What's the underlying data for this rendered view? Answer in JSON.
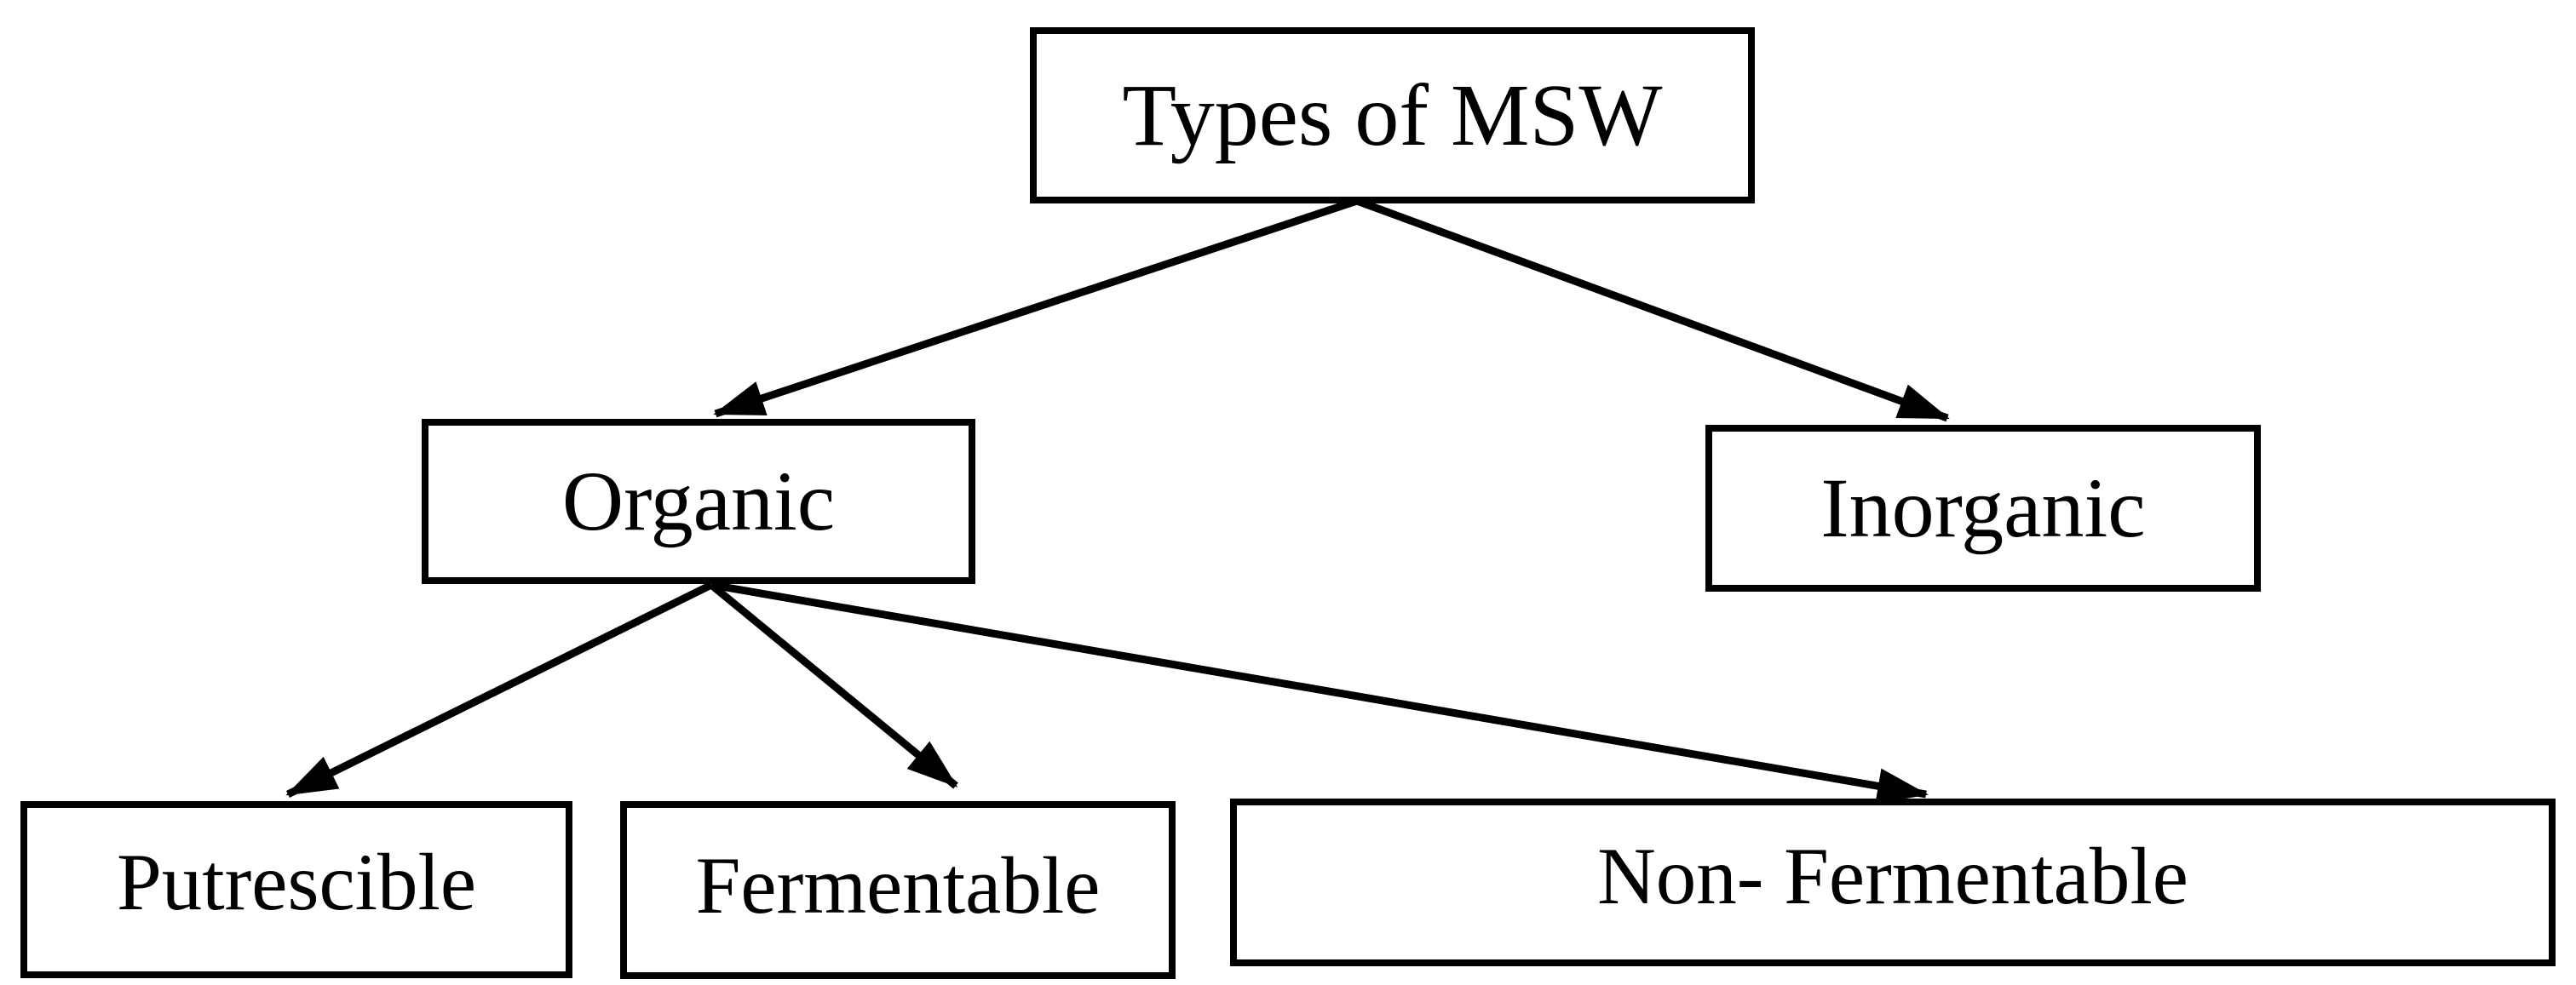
{
  "diagram": {
    "title": "Types of MSW flowchart",
    "background_color": "#ffffff",
    "line_color": "#000000",
    "box_fill_color": "#ffffff",
    "box_border_color": "#000000",
    "nodes": {
      "root": {
        "label": "Types of MSW"
      },
      "organic": {
        "label": "Organic"
      },
      "inorganic": {
        "label": "Inorganic"
      },
      "putrescible": {
        "label": "Putrescible"
      },
      "fermentable": {
        "label": "Fermentable"
      },
      "non_fermentable": {
        "label": "Non- Fermentable"
      }
    },
    "edges": [
      {
        "from": "root",
        "to": "organic"
      },
      {
        "from": "root",
        "to": "inorganic"
      },
      {
        "from": "organic",
        "to": "putrescible"
      },
      {
        "from": "organic",
        "to": "fermentable"
      },
      {
        "from": "organic",
        "to": "non_fermentable"
      }
    ]
  }
}
